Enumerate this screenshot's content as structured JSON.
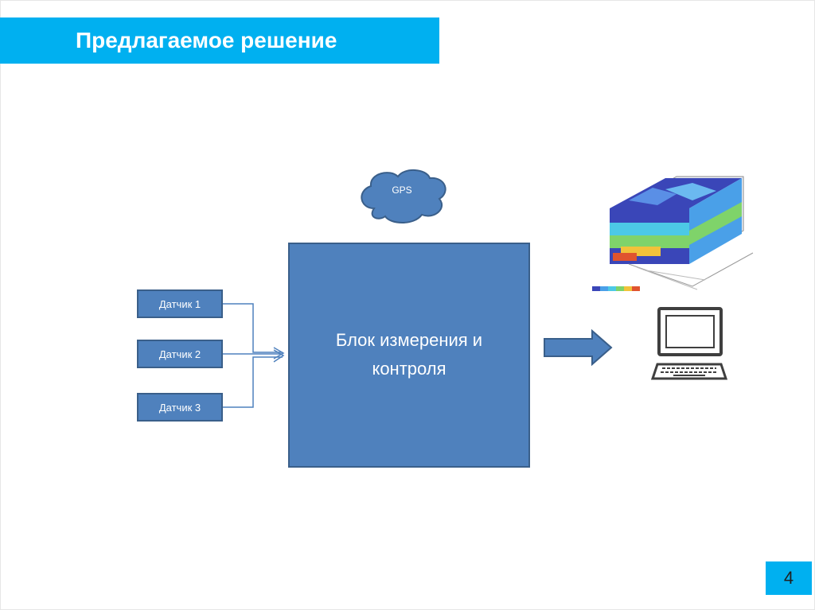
{
  "slide": {
    "title": "Предлагаемое решение",
    "page_number": "4"
  },
  "diagram": {
    "gps_label": "GPS",
    "sensors": [
      "Датчик 1",
      "Датчик 2",
      "Датчик 3"
    ],
    "main_block_line1": "Блок измерения и",
    "main_block_line2": "контроля"
  },
  "colors": {
    "accent": "#00b0f0",
    "block_fill": "#4f81bd",
    "block_stroke": "#3a5f8a"
  },
  "icons": [
    "cloud-shape",
    "right-arrow-icon",
    "computer-icon",
    "3d-temperature-map-image"
  ]
}
